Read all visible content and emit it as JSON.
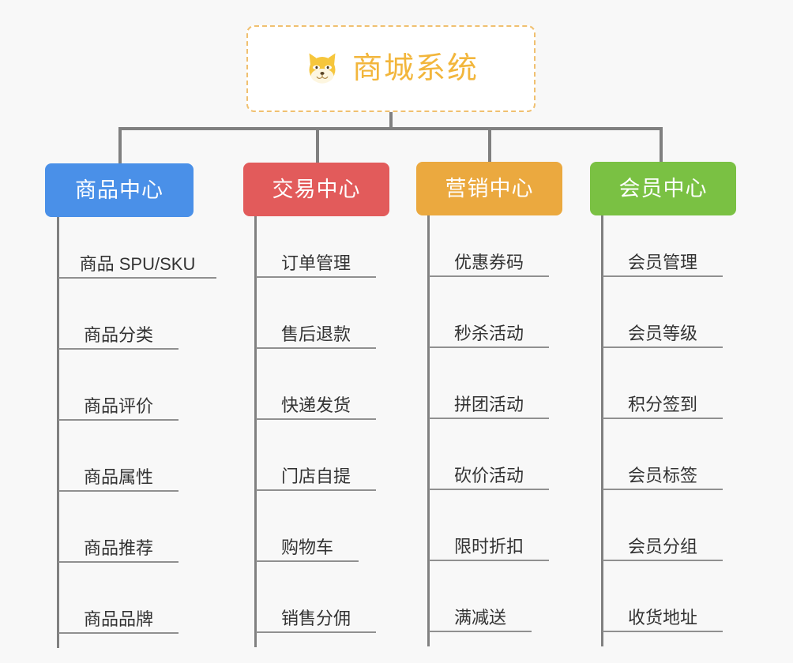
{
  "background": "#f8f8f8",
  "root": {
    "title": "商城系统",
    "icon": "shiba-dog-face-icon",
    "text_color": "#f2b63c",
    "border_color": "#f0c070",
    "background": "#ffffff"
  },
  "connector_color": "#808080",
  "columns": [
    {
      "title": "商品中心",
      "color": "#4a90e8",
      "items": [
        "商品 SPU/SKU",
        "商品分类",
        "商品评价",
        "商品属性",
        "商品推荐",
        "商品品牌"
      ]
    },
    {
      "title": "交易中心",
      "color": "#e25b5b",
      "items": [
        "订单管理",
        "售后退款",
        "快递发货",
        "门店自提",
        "购物车",
        "销售分佣"
      ]
    },
    {
      "title": "营销中心",
      "color": "#eba93f",
      "items": [
        "优惠券码",
        "秒杀活动",
        "拼团活动",
        "砍价活动",
        "限时折扣",
        "满减送"
      ]
    },
    {
      "title": "会员中心",
      "color": "#7ac143",
      "items": [
        "会员管理",
        "会员等级",
        "积分签到",
        "会员标签",
        "会员分组",
        "收货地址"
      ]
    }
  ]
}
